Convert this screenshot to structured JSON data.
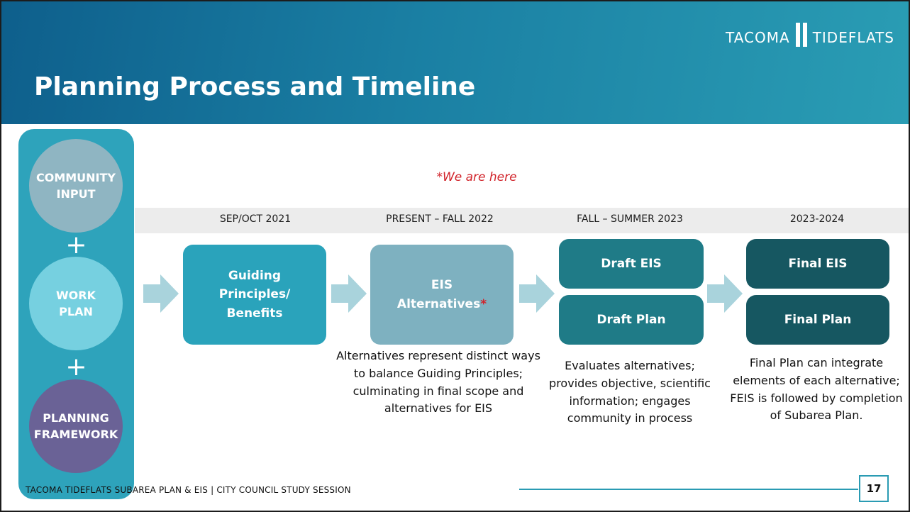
{
  "header": {
    "title": "Planning Process and Timeline",
    "logo_left": "TACOMA",
    "logo_right": "TIDEFLATS"
  },
  "sidebar": {
    "items": [
      {
        "label": "COMMUNITY\nINPUT"
      },
      {
        "label": "WORK\nPLAN"
      },
      {
        "label": "PLANNING\nFRAMEWORK"
      }
    ],
    "plus": "+"
  },
  "marker": {
    "text": "*We are here"
  },
  "timeline": {
    "dates": [
      "SEP/OCT 2021",
      "PRESENT – FALL 2022",
      "FALL – SUMMER 2023",
      "2023-2024"
    ],
    "boxes": {
      "guiding": "Guiding\nPrinciples/\nBenefits",
      "eis_alt": "EIS\nAlternatives",
      "eis_alt_star": "*",
      "draft_eis": "Draft EIS",
      "draft_plan": "Draft Plan",
      "final_eis": "Final EIS",
      "final_plan": "Final Plan"
    },
    "descriptions": {
      "alternatives": "Alternatives represent distinct ways to balance Guiding Principles; culminating in final scope and alternatives for EIS",
      "draft": "Evaluates alternatives; provides objective, scientific information; engages community in process",
      "final": "Final Plan can integrate elements of each alternative; FEIS is followed by completion of Subarea Plan."
    }
  },
  "footer": {
    "text": "TACOMA TIDEFLATS SUBAREA PLAN & EIS | CITY COUNCIL STUDY SESSION",
    "page_number": "17"
  },
  "colors": {
    "header_dark": "#0e5f8c",
    "header_light": "#2a9db4",
    "sidebar": "#2ea3bb",
    "guiding_box": "#2aa3bb",
    "eis_box": "#7eb1c0",
    "draft_box": "#1f7b87",
    "final_box": "#165761",
    "arrow": "#a9d3dc",
    "accent_red": "#d1232a"
  }
}
